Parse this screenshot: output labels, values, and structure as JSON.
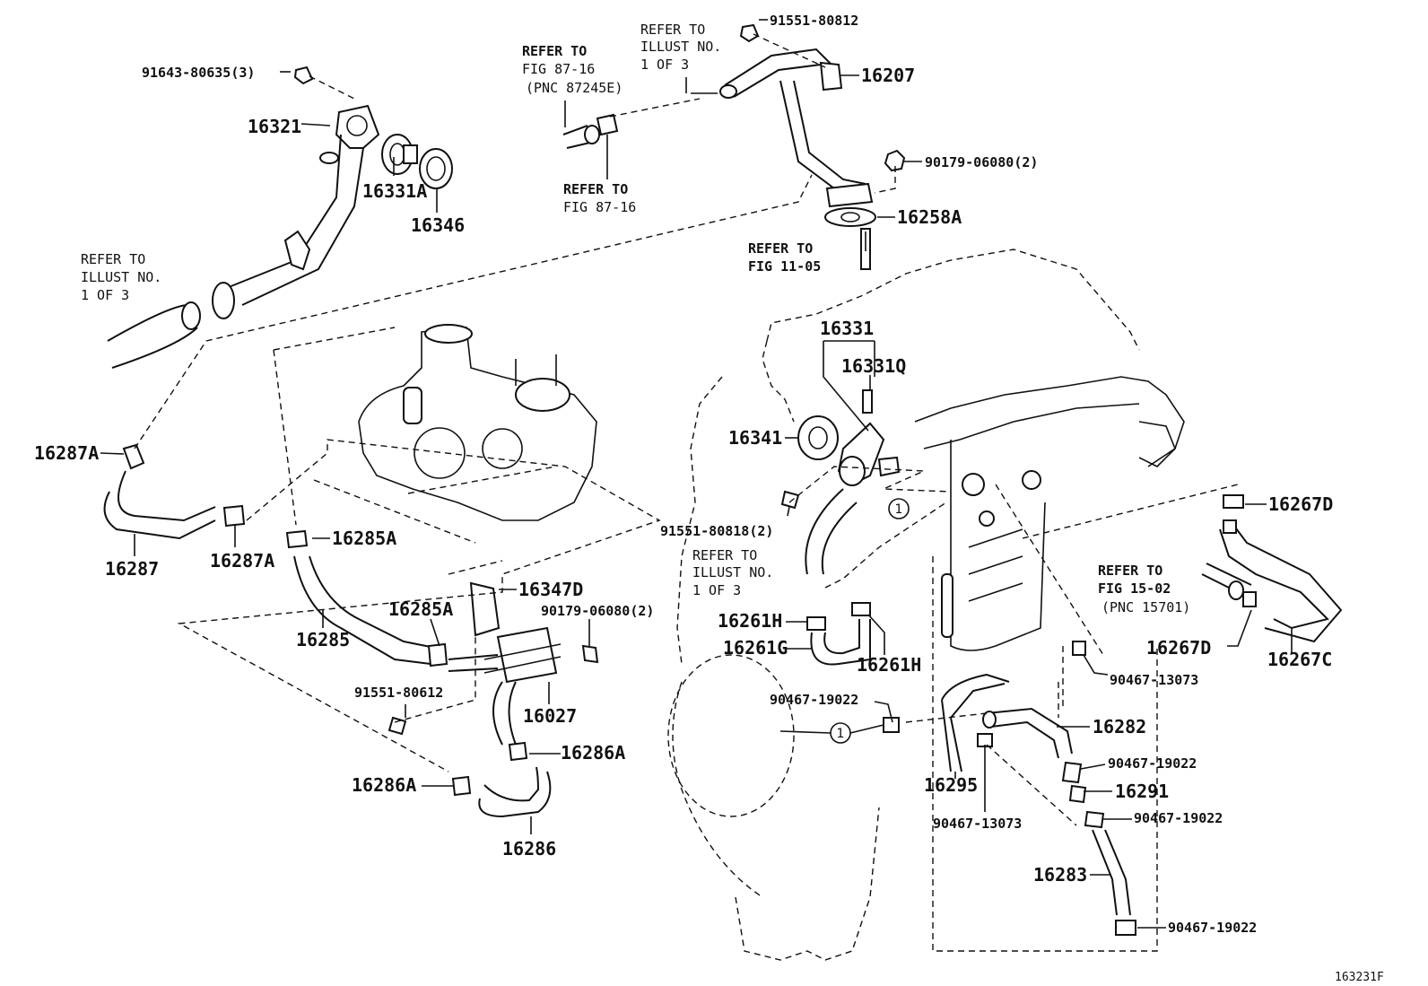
{
  "diagram": {
    "figure_number": "163231F",
    "part_labels": {
      "p16321": "16321",
      "p16331A": "16331A",
      "p16346": "16346",
      "p16207": "16207",
      "p16258A": "16258A",
      "p16331": "16331",
      "p16331Q": "16331Q",
      "p16341": "16341",
      "p16287A_1": "16287A",
      "p16287A_2": "16287A",
      "p16287": "16287",
      "p16285A_1": "16285A",
      "p16285A_2": "16285A",
      "p16285": "16285",
      "p16347D": "16347D",
      "p16027": "16027",
      "p16286A_1": "16286A",
      "p16286A_2": "16286A",
      "p16286": "16286",
      "p16261H_1": "16261H",
      "p16261H_2": "16261H",
      "p16261G": "16261G",
      "p16267D_1": "16267D",
      "p16267D_2": "16267D",
      "p16267C": "16267C",
      "p16282": "16282",
      "p16295": "16295",
      "p16291": "16291",
      "p16283": "16283"
    },
    "fastener_labels": {
      "f91643": "91643-80635(3)",
      "f91551_80812": "91551-80812",
      "f90179_top": "90179-06080(2)",
      "f91551_80818": "91551-80818(2)",
      "f90179_mid": "90179-06080(2)",
      "f91551_80612": "91551-80612",
      "f90467_13073_r": "90467-13073",
      "f90467_19022_a": "90467-19022",
      "f90467_19022_b": "90467-19022",
      "f90467_13073_b": "90467-13073",
      "f90467_19022_c": "90467-19022",
      "f90467_19022_d": "90467-19022"
    },
    "references": {
      "refer_to": "REFER TO",
      "illust_no": "ILLUST NO.",
      "one_of_three": "1 OF 3",
      "fig_87_16": "FIG 87-16",
      "pnc_87245e": "(PNC 87245E)",
      "fig_11_05": "FIG 11-05",
      "fig_15_02": "FIG 15-02",
      "pnc_15701": "(PNC 15701)"
    },
    "callout_marker": "1"
  }
}
